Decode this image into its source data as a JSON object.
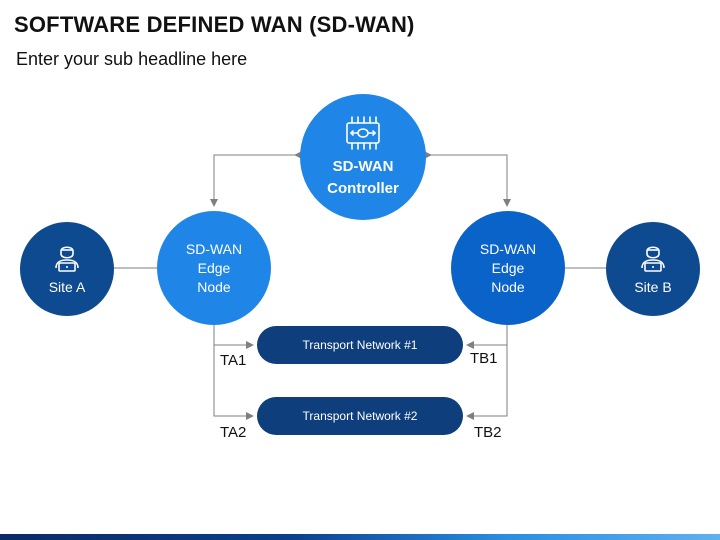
{
  "header": {
    "title": "SOFTWARE DEFINED WAN (SD-WAN)",
    "subtitle": "Enter your sub headline here"
  },
  "nodes": {
    "controller": {
      "line1": "SD-WAN",
      "line2": "Controller",
      "icon": "circuit-chip-icon"
    },
    "edge_a": {
      "line1": "SD-WAN",
      "line2": "Edge",
      "line3": "Node"
    },
    "edge_b": {
      "line1": "SD-WAN",
      "line2": "Edge",
      "line3": "Node"
    },
    "site_a": {
      "label": "Site A",
      "icon": "user-laptop-icon"
    },
    "site_b": {
      "label": "Site B",
      "icon": "user-laptop-icon"
    }
  },
  "transport": [
    {
      "label": "Transport Network #1"
    },
    {
      "label": "Transport Network #2"
    }
  ],
  "tags": {
    "ta1": "TA1",
    "ta2": "TA2",
    "tb1": "TB1",
    "tb2": "TB2"
  },
  "colors": {
    "controller": "#1f86e8",
    "edge_a": "#1f86e8",
    "edge_b": "#0a63c9",
    "site": "#0e4a8f",
    "transport": "#0e3f7c",
    "connector": "#7f7f7f"
  }
}
